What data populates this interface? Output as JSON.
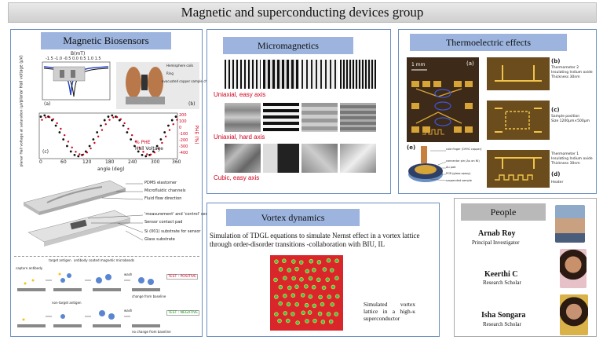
{
  "page_title": "Magnetic and superconducting devices group",
  "magnetic_biosensors": {
    "header": "Magnetic Biosensors",
    "plot_top": {
      "x_axis_label": "B(mT)",
      "x_ticks": "-1.5 -1.0 -0.5 0.0 0.5 1.0 1.5",
      "y_label": "planar Hall voltage (μV)",
      "panel_a": "(a)",
      "panel_b": "(b)",
      "diagram_labels": [
        "Hemisphere coils",
        "Ring",
        "evacuated copper sample chamber (rotatable)"
      ]
    },
    "plot_mid": {
      "panel_c": "(c)",
      "y_left": "planar Hall voltage at saturation (μV)",
      "y_right": "PHE (%)",
      "x_label": "angle (deg)",
      "x_ticks": [
        "0",
        "60",
        "120",
        "180",
        "240",
        "300",
        "360"
      ],
      "legend": [
        "% PHE",
        "Hall Voltage"
      ],
      "right_ticks": [
        "200",
        "100",
        "0",
        "-100",
        "-200",
        "-300",
        "-400"
      ]
    },
    "device_labels": [
      "PDMS elastomer",
      "Microfluidic channels",
      "Fluid flow direction",
      "'measurement' and 'control' sensors",
      "Sensor contact pad",
      "Si (001) substrate for sensor",
      "Glass substrate"
    ],
    "assay_labels": {
      "top": [
        "target antigen",
        "antibody coated magnetic microbeads",
        "capture antibody",
        "wash",
        "change from baseline"
      ],
      "top_result": "TEST : POSITIVE",
      "bottom": [
        "non-target antigen",
        "wash",
        "no change from baseline"
      ],
      "bottom_result": "TEST : NEGATIVE"
    }
  },
  "micromagnetics": {
    "header": "Micromagnetics",
    "rows": [
      "Uniaxial, easy axis",
      "Uniaxial, hard axis",
      "Cubic, easy axis"
    ]
  },
  "thermoelectric": {
    "header": "Thermoelectric effects",
    "scale": "1 mm",
    "panel_labels": [
      "(a)",
      "(b)",
      "(c)",
      "(d)",
      "(e)"
    ],
    "notes": [
      "Thermometer 2\nInsulating Indium oxide\nThickness 30nm",
      "Sample position\nSize 1200μm×500μm",
      "Thermometer 1\nInsulating Indium oxide\nThickness 30nm",
      "Heater"
    ],
    "probe_labels": [
      "cold finger (OFHC copper)",
      "connector pin (Au on Ni)",
      "Au pad",
      "PCB (glass epoxy)",
      "suspended sample"
    ]
  },
  "vortex": {
    "header": "Vortex dynamics",
    "description": "Simulation of TDGL equations to simulate Nernst effect in a vortex lattice through order-disorder transitions -collaboration with BIU, IL",
    "caption": "Simulated vortex lattice in a high-κ superconductor"
  },
  "people": {
    "header": "People",
    "members": [
      {
        "name": "Arnab Roy",
        "role": "Principal Investigator"
      },
      {
        "name": "Keerthi C",
        "role": "Research Scholar"
      },
      {
        "name": "Isha Songara",
        "role": "Research Scholar"
      }
    ]
  },
  "colors": {
    "header_bg": "#9cb4de",
    "panel_border": "#6b8fc1",
    "label_red": "#d0001c",
    "vortex_bg": "#d8262b",
    "vortex_core": "#3bbf5a"
  }
}
